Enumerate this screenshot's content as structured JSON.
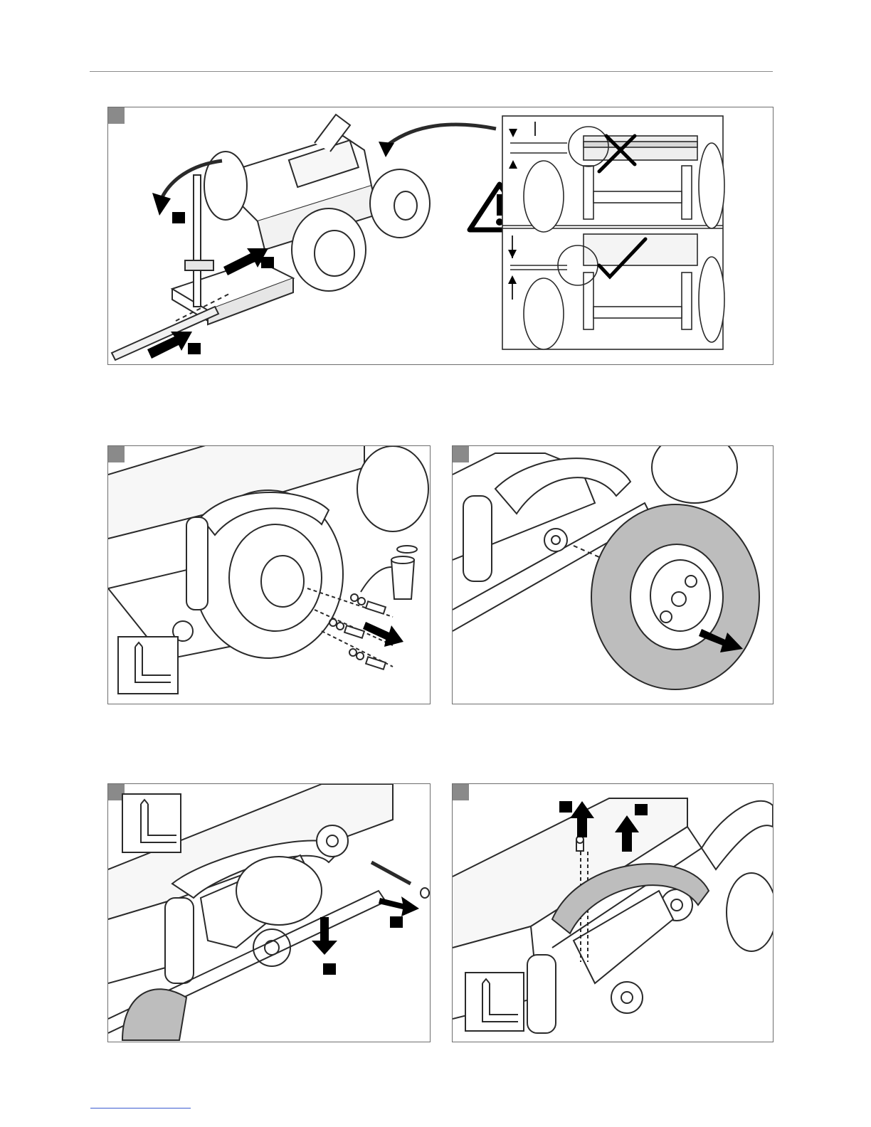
{
  "page": {
    "header_rule": true,
    "footer_link_text": ""
  },
  "figures": [
    {
      "id": "fig1",
      "icons": [
        "lifting-jack-icon",
        "warning-triangle-icon",
        "cross-mark-icon",
        "check-mark-icon",
        "arrow-icon"
      ]
    },
    {
      "id": "fig2",
      "icons": [
        "hex-key-icon",
        "bin-icon",
        "arrow-icon"
      ]
    },
    {
      "id": "fig3",
      "icons": [
        "arrow-icon"
      ]
    },
    {
      "id": "fig4",
      "icons": [
        "hex-key-icon",
        "arrow-icon"
      ]
    },
    {
      "id": "fig5",
      "icons": [
        "hex-key-icon",
        "arrow-icon"
      ]
    }
  ],
  "colors": {
    "panel_border": "#6e6e6e",
    "corner_tab": "#8a8a8a",
    "highlight_part": "#bdbdbd",
    "line_art": "#2a2a2a"
  }
}
